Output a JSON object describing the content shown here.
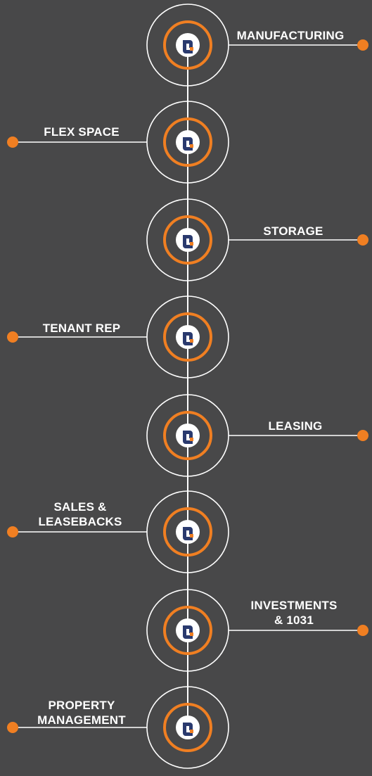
{
  "colors": {
    "background": "#484849",
    "accent": "#f07f22",
    "line": "#ffffff",
    "badge_bg": "#ffffff",
    "badge_mark": "#2a3a6e"
  },
  "icon": "logo-badge-icon",
  "nodes": [
    {
      "side": "right",
      "label": "MANUFACTURING"
    },
    {
      "side": "left",
      "label": "FLEX SPACE"
    },
    {
      "side": "right",
      "label": "STORAGE"
    },
    {
      "side": "left",
      "label": "TENANT REP"
    },
    {
      "side": "right",
      "label": "LEASING"
    },
    {
      "side": "left",
      "label": "SALES &\nLEASEBACKS"
    },
    {
      "side": "right",
      "label": "INVESTMENTS\n& 1031"
    },
    {
      "side": "left",
      "label": "PROPERTY\nMANAGEMENT"
    }
  ]
}
